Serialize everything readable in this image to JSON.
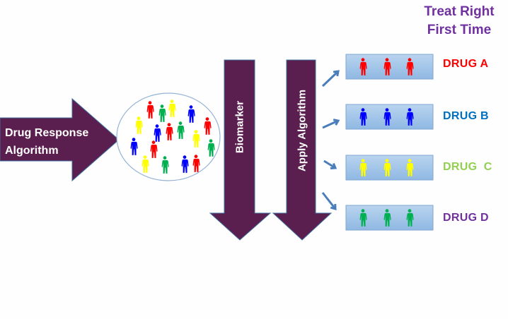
{
  "title": {
    "line1": "Treat Right",
    "line2": "First Time",
    "color": "#7030a0"
  },
  "input_arrow": {
    "line1": "Drug Response",
    "line2": "Algorithm",
    "color": "#5b1f4f"
  },
  "population": {
    "people_colors": [
      "red",
      "green",
      "yellow",
      "blue",
      "yellow",
      "red",
      "blue",
      "red",
      "green",
      "yellow",
      "blue",
      "red",
      "green",
      "yellow",
      "green",
      "blue",
      "red",
      "green"
    ]
  },
  "biomarker_arrow": {
    "label": "Biomarker"
  },
  "apply_arrow": {
    "label": "Apply Algorithm"
  },
  "groups": [
    {
      "label": "DRUG A",
      "label_color": "#ff0000",
      "people_color": "#ff0000"
    },
    {
      "label": "DRUG B",
      "label_color": "#0070c0",
      "people_color": "#0000ff"
    },
    {
      "label": "DRUG  C",
      "label_color": "#92d050",
      "people_color": "#ffff00"
    },
    {
      "label": "DRUG D",
      "label_color": "#7030a0",
      "people_color": "#00b050"
    }
  ],
  "colors": {
    "arrow_fill": "#5b1f4f",
    "box_fill": "#9dc3e6",
    "pointer_arrow": "#4a7ebb",
    "ellipse_stroke": "#95b3d7"
  }
}
